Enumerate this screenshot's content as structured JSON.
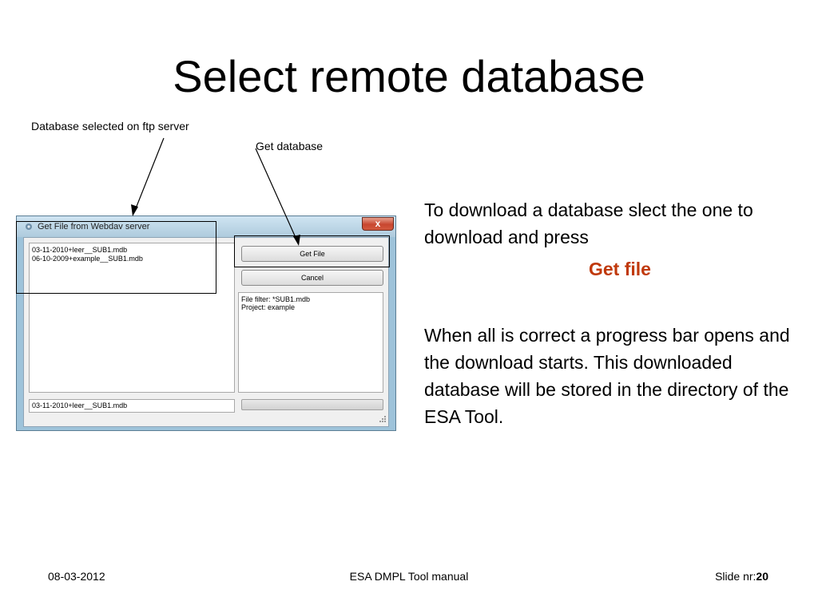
{
  "slide": {
    "title": "Select remote database"
  },
  "callouts": {
    "database_selected": "Database selected on ftp server",
    "get_database": "Get database"
  },
  "dialog": {
    "title": "Get File from Webdav server",
    "close_glyph": "x",
    "files": [
      "03-11-2010+leer__SUB1.mdb",
      "06-10-2009+example__SUB1.mdb"
    ],
    "get_file_label": "Get File",
    "cancel_label": "Cancel",
    "info_lines": [
      "File filter: *SUB1.mdb",
      "Project: example"
    ],
    "selected_file": "03-11-2010+leer__SUB1.mdb",
    "progress": 0
  },
  "body": {
    "paragraph1": "To download a database slect the one to download and press",
    "emphasis": "Get file",
    "paragraph2": "When all is correct a progress bar opens and the download starts. This downloaded database will be stored in the directory of the ESA Tool."
  },
  "footer": {
    "date": "08-03-2012",
    "center": "ESA DMPL Tool manual",
    "slide_prefix": "Slide nr:",
    "slide_number": "20"
  },
  "colors": {
    "emphasis": "#c0390b",
    "window_frame": "#9ec3da"
  }
}
